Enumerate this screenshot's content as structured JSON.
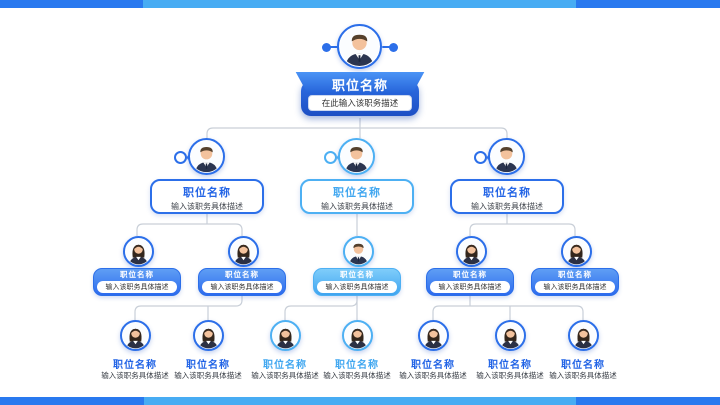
{
  "palette": {
    "accent_dark": "#2c6fe9",
    "accent_light": "#47acf3",
    "connector_gray": "#c9cfd8",
    "desc_text": "#3a3f47"
  },
  "root": {
    "title": "职位名称",
    "desc": "在此输入该职务描述",
    "avatar": "male"
  },
  "level2": [
    {
      "title": "职位名称",
      "desc": "输入该职务具体描述",
      "avatar": "male",
      "theme": "dark"
    },
    {
      "title": "职位名称",
      "desc": "输入该职务具体描述",
      "avatar": "male",
      "theme": "light"
    },
    {
      "title": "职位名称",
      "desc": "输入该职务具体描述",
      "avatar": "male",
      "theme": "dark"
    }
  ],
  "level3": [
    {
      "title": "职位名称",
      "desc": "输入该职务具体描述",
      "avatar": "female",
      "theme": "dark"
    },
    {
      "title": "职位名称",
      "desc": "输入该职务具体描述",
      "avatar": "female",
      "theme": "dark"
    },
    {
      "title": "职位名称",
      "desc": "输入该职务具体描述",
      "avatar": "male",
      "theme": "light"
    },
    {
      "title": "职位名称",
      "desc": "输入该职务具体描述",
      "avatar": "female",
      "theme": "dark"
    },
    {
      "title": "职位名称",
      "desc": "输入该职务具体描述",
      "avatar": "female",
      "theme": "dark"
    }
  ],
  "level4": [
    {
      "title": "职位名称",
      "desc": "输入该职务具体描述",
      "avatar": "female",
      "theme": "dark"
    },
    {
      "title": "职位名称",
      "desc": "输入该职务具体描述",
      "avatar": "female",
      "theme": "dark"
    },
    {
      "title": "职位名称",
      "desc": "输入该职务具体描述",
      "avatar": "female",
      "theme": "light"
    },
    {
      "title": "职位名称",
      "desc": "输入该职务具体描述",
      "avatar": "female",
      "theme": "light"
    },
    {
      "title": "职位名称",
      "desc": "输入该职务具体描述",
      "avatar": "female",
      "theme": "dark"
    },
    {
      "title": "职位名称",
      "desc": "输入该职务具体描述",
      "avatar": "female",
      "theme": "dark"
    },
    {
      "title": "职位名称",
      "desc": "输入该职务具体描述",
      "avatar": "female",
      "theme": "dark"
    }
  ]
}
